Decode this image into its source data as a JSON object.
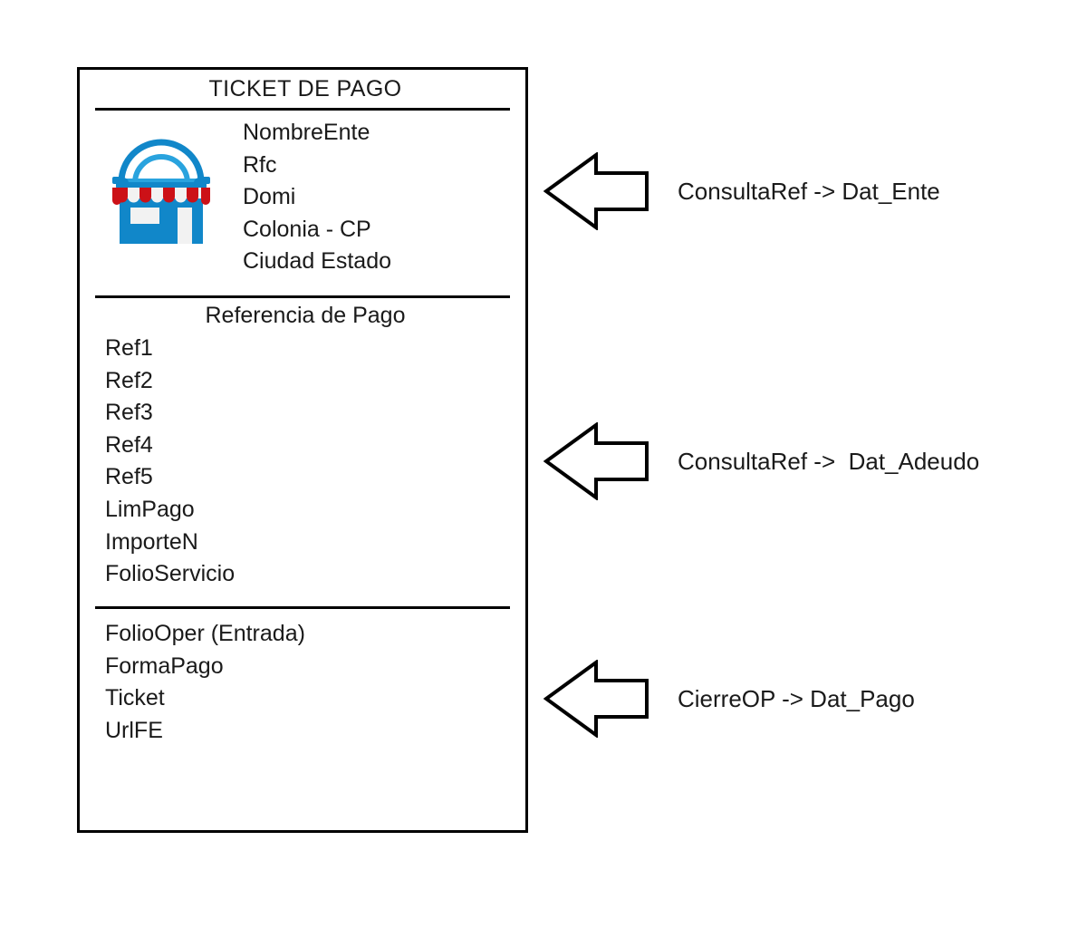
{
  "ticket": {
    "title": "TICKET DE PAGO",
    "ente_section": {
      "icon": "storefront-icon",
      "fields": [
        "NombreEnte",
        "Rfc",
        "Domi",
        "Colonia - CP",
        "Ciudad Estado"
      ]
    },
    "referencia_section": {
      "heading": "Referencia de Pago",
      "fields": [
        "Ref1",
        "Ref2",
        "Ref3",
        "Ref4",
        "Ref5",
        "LimPago",
        "ImporteN",
        "FolioServicio"
      ]
    },
    "pago_section": {
      "fields": [
        "FolioOper (Entrada)",
        "FormaPago",
        "Ticket",
        "UrlFE"
      ]
    }
  },
  "annotations": [
    {
      "icon": "arrow-left-icon",
      "label": "ConsultaRef -> Dat_Ente"
    },
    {
      "icon": "arrow-left-icon",
      "label": "ConsultaRef ->  Dat_Adeudo"
    },
    {
      "icon": "arrow-left-icon",
      "label": "CierreOP -> Dat_Pago"
    }
  ],
  "colors": {
    "outline": "#000000",
    "text": "#1a1a1a",
    "icon_blue": "#1187C9",
    "icon_blue_light": "#29A3DE",
    "icon_red": "#CC1117",
    "icon_white": "#F2F2F2",
    "background": "#FFFFFF"
  }
}
